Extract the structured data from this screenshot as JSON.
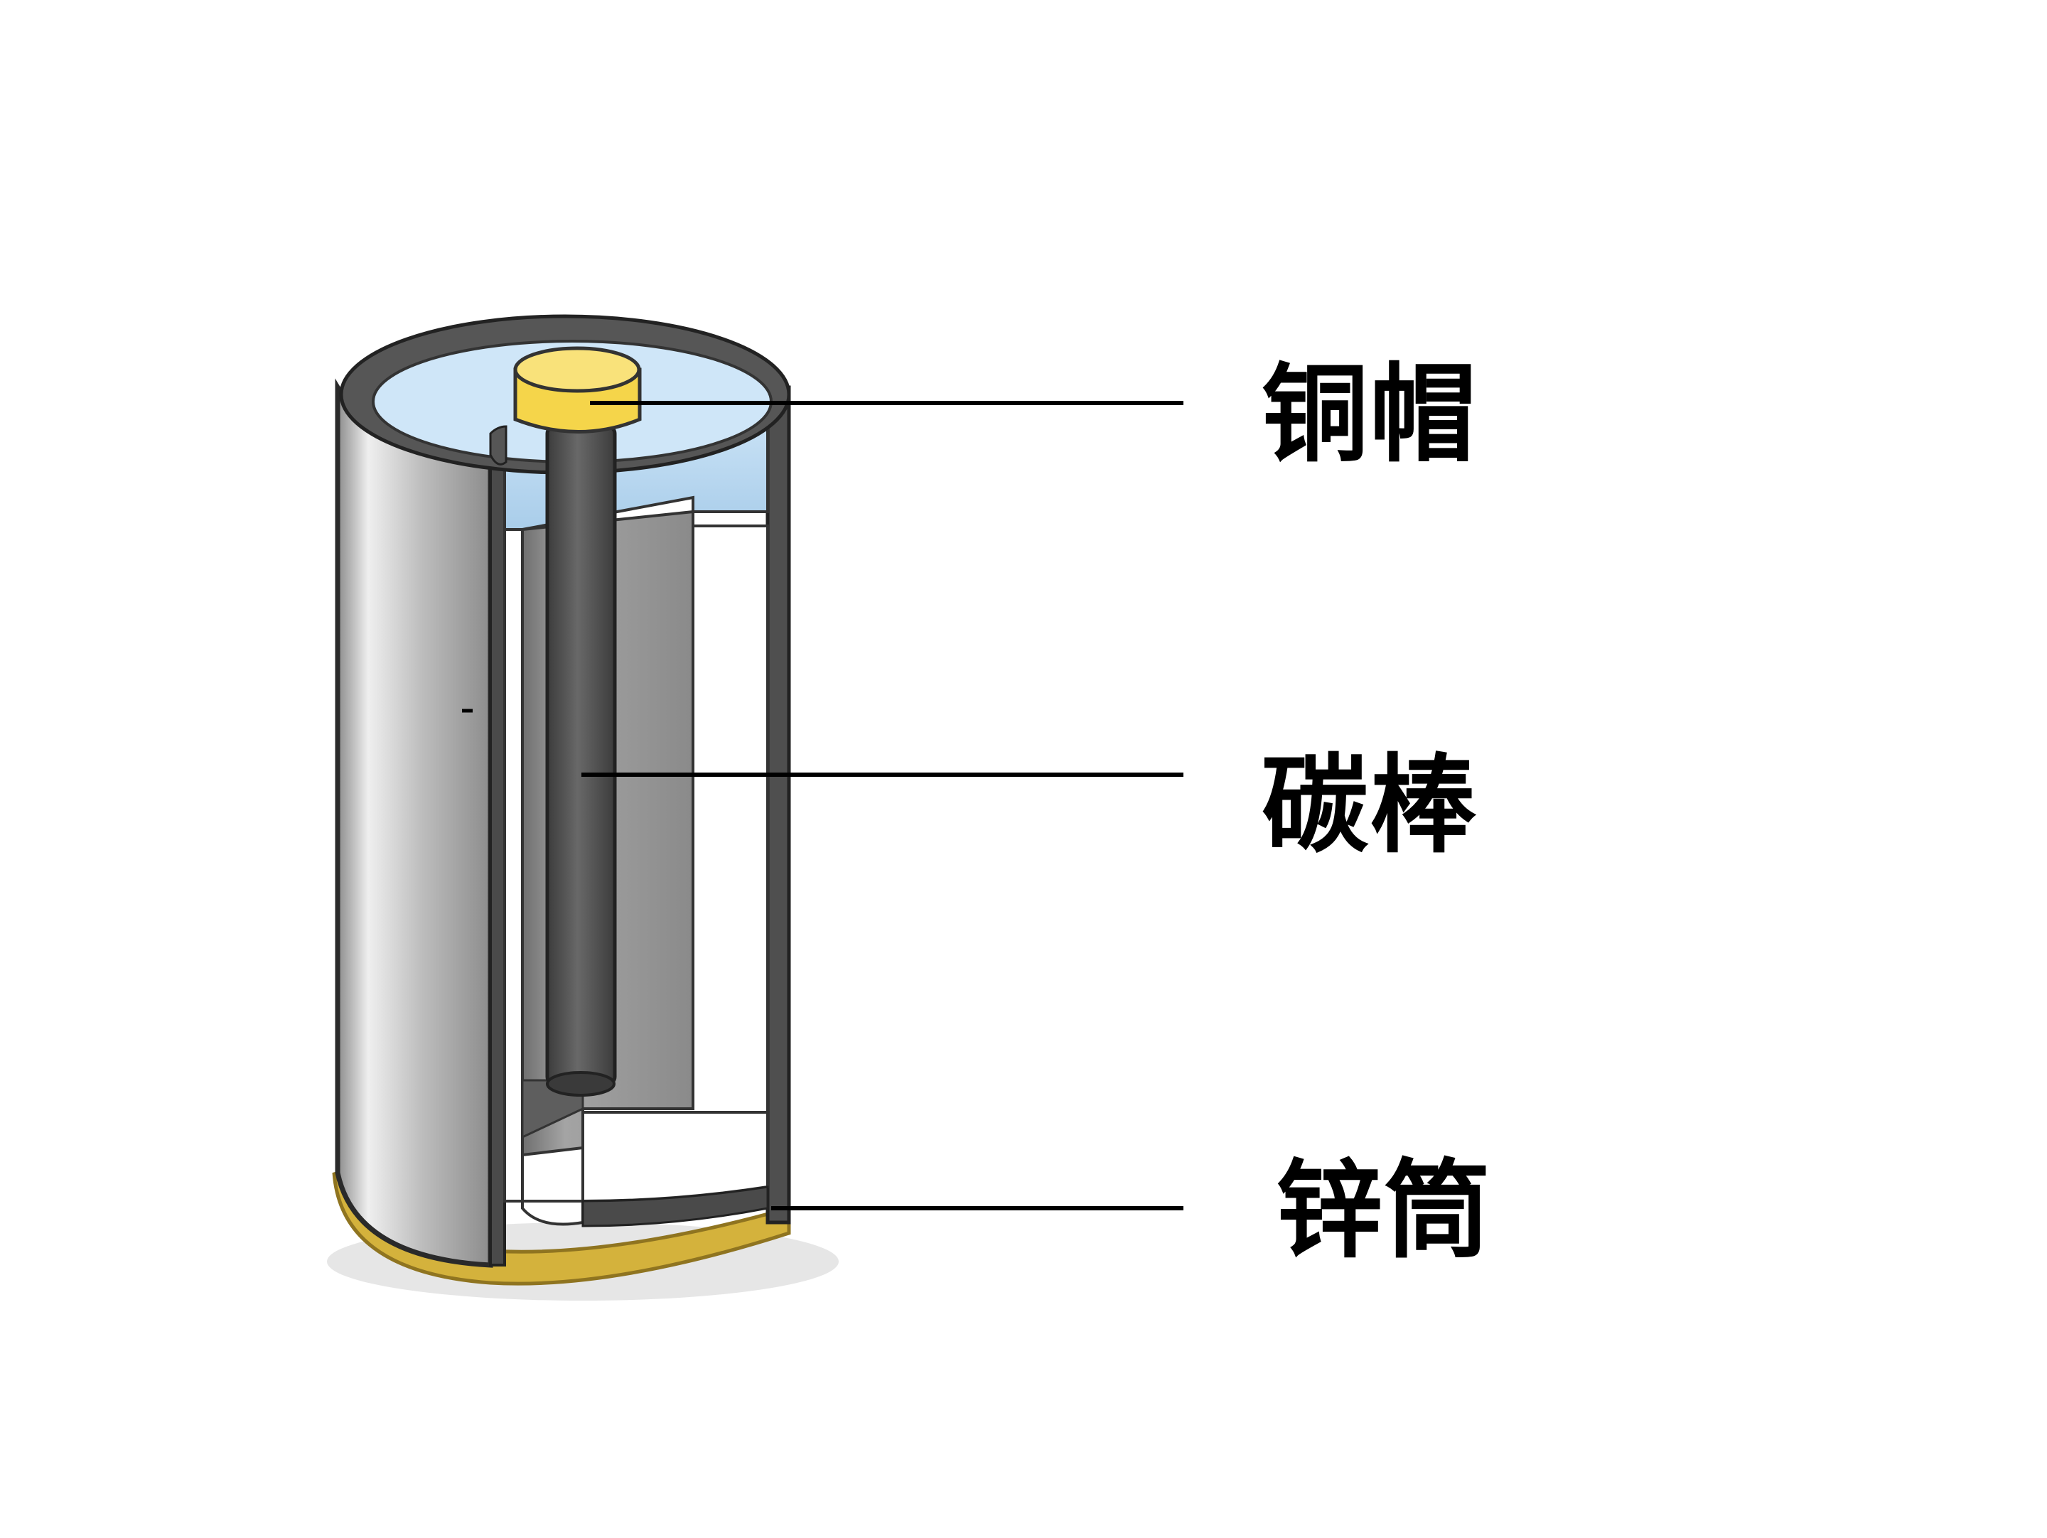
{
  "diagram": {
    "labels": {
      "copper_cap": "铜帽",
      "carbon_rod": "碳棒",
      "zinc_can": "锌筒"
    },
    "colors": {
      "zinc_outer": "#9a9a9a",
      "zinc_highlight": "#e9e9e9",
      "zinc_wall": "#555555",
      "sealant": "#bfdcf2",
      "copper_cap": "#f5d54a",
      "carbon_rod": "#505050",
      "electrolyte": "#9c9c9c",
      "base_ring": "#d4b23c"
    }
  }
}
